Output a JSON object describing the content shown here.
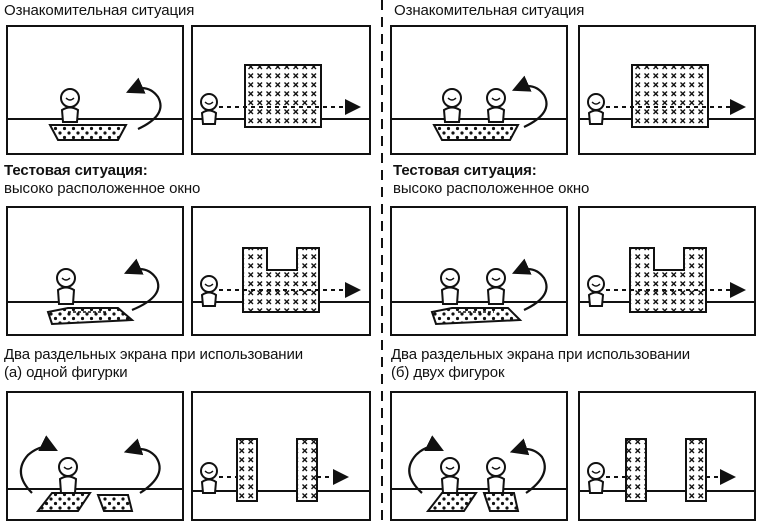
{
  "left": {
    "familiarization_title": "Ознакомительная ситуация",
    "test_title_bold": "Тестовая ситуация:",
    "test_subtitle": "высоко расположенное окно",
    "split_caption_line1": "Два раздельных экрана при использовании",
    "split_caption_line2": "(а) одной фигурки"
  },
  "right": {
    "familiarization_title": "Ознакомительная ситуация",
    "test_title_bold": "Тестовая ситуация:",
    "test_subtitle": "высоко расположенное окно",
    "split_caption_line1": "Два раздельных экрана при использовании",
    "split_caption_line2": "(б) двух фигурок"
  },
  "colors": {
    "ink": "#111111",
    "screen_fill": "#cfcfcf",
    "background": "#ffffff"
  }
}
